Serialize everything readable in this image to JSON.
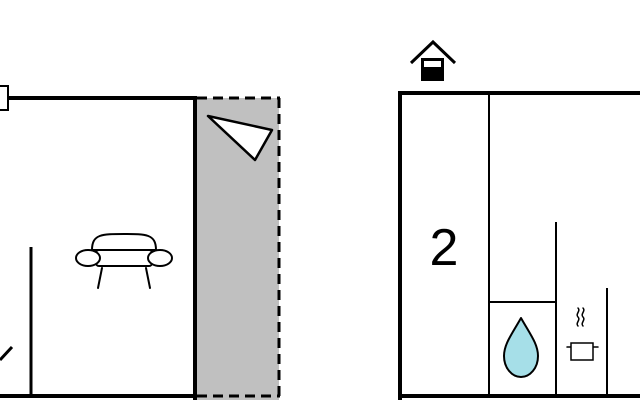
{
  "floorplan": {
    "rooms": [
      {
        "id": "living-room",
        "feature": "sofa-icon"
      },
      {
        "id": "terrace",
        "feature": "sun-lounger-icon",
        "surface": "outdoor"
      },
      {
        "id": "bedroom",
        "number": "2"
      },
      {
        "id": "bathroom",
        "feature": "water-drop-icon"
      },
      {
        "id": "kitchen",
        "feature": "cooking-pot-icon"
      }
    ],
    "entrance": {
      "icon": "house-entrance-icon"
    },
    "colors": {
      "wall": "#000000",
      "terrace_fill": "#c0c0c0",
      "water_drop": "#a6dfe8",
      "background": "#ffffff"
    }
  }
}
